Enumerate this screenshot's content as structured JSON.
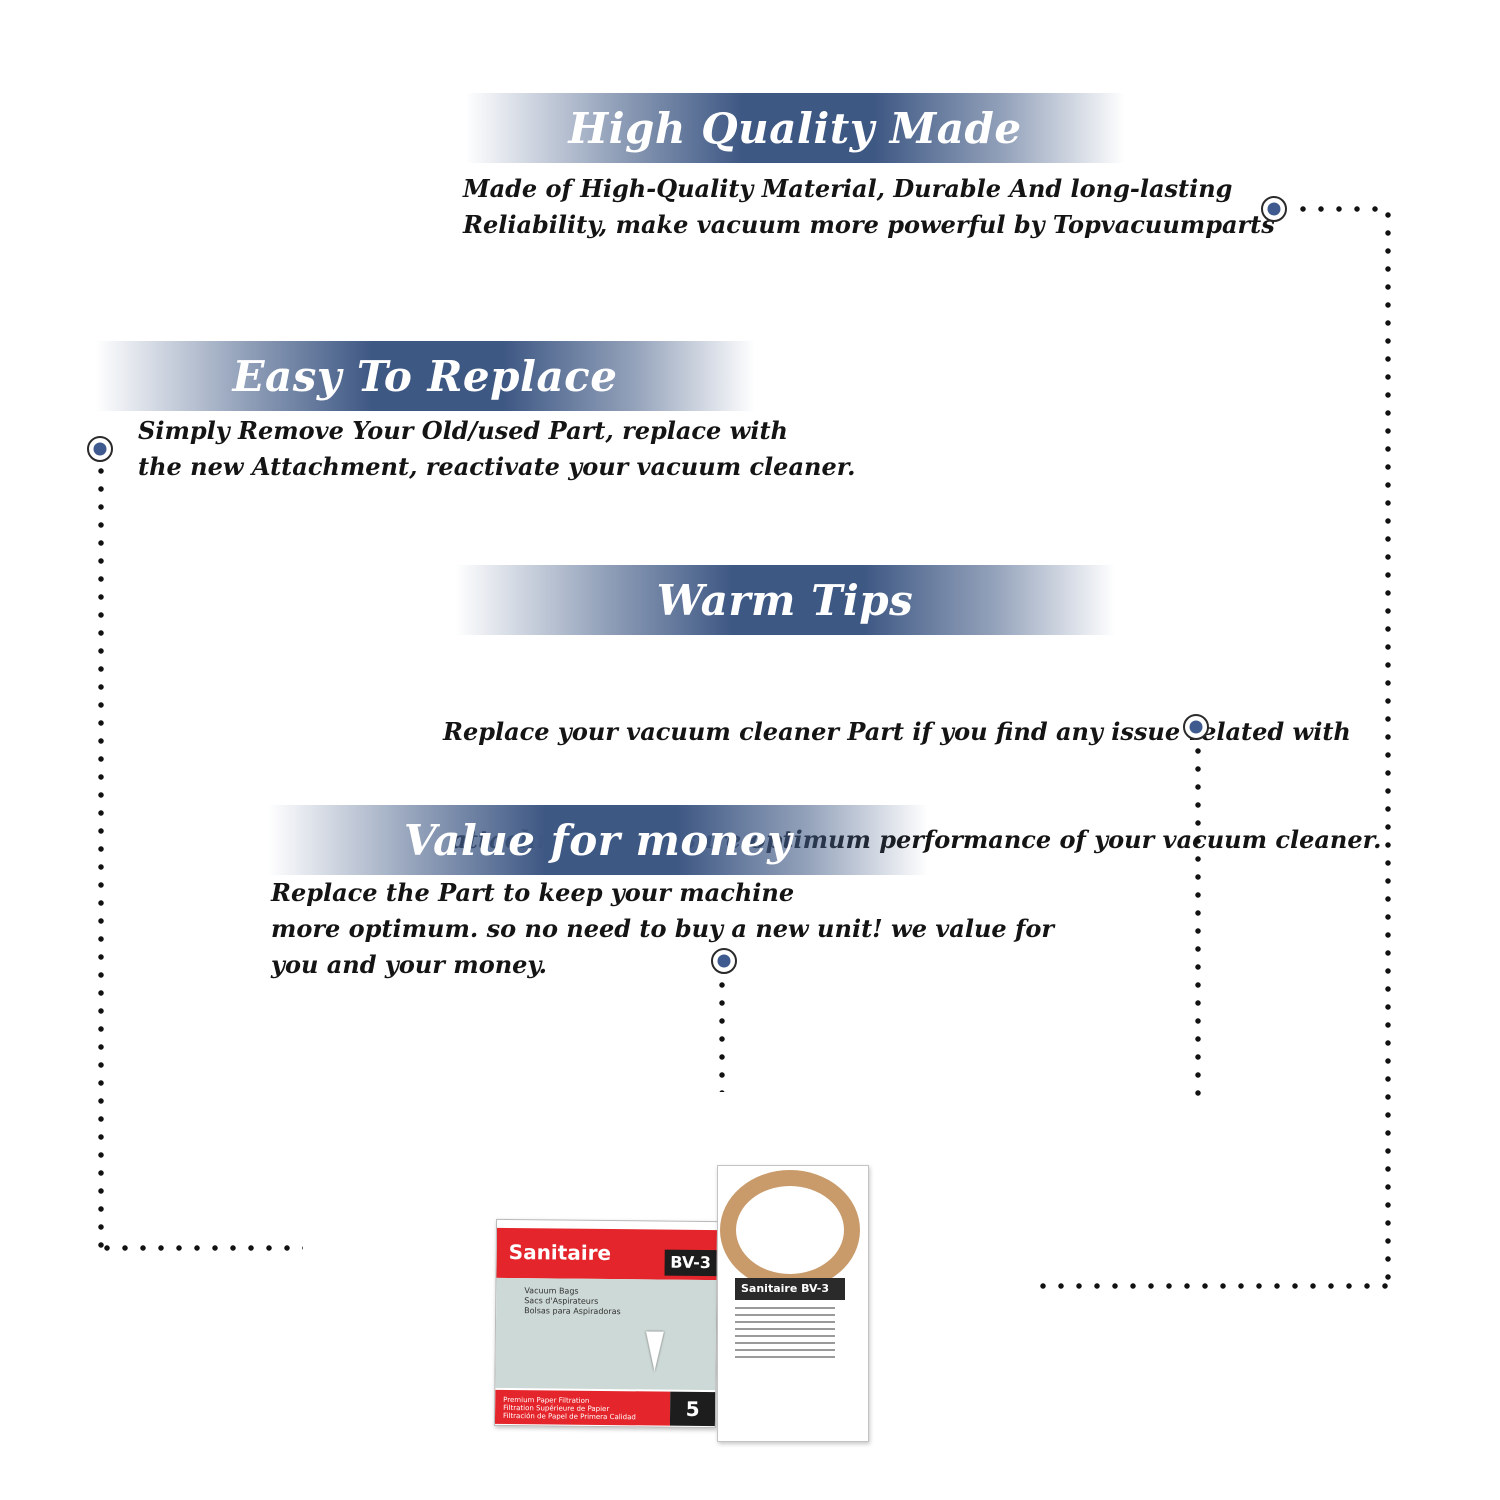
{
  "sections": {
    "quality": {
      "title": "High Quality Made",
      "lines": [
        "Made of  High-Quality Material, Durable And long-lasting",
        "Reliability, make vacuum more powerful by Topvacuumparts"
      ]
    },
    "replace": {
      "title": "Easy To Replace",
      "lines": [
        "Simply Remove Your Old/used Part, replace with",
        "the new Attachment, reactivate your vacuum cleaner."
      ]
    },
    "tips": {
      "title": "Warm Tips",
      "lines": [
        "Replace your vacuum cleaner Part if you find any issue related with",
        " attachment to ensure optimum performance of your vacuum cleaner."
      ]
    },
    "value": {
      "title": "Value for money",
      "lines": [
        "Replace the Part to keep your machine",
        "more optimum. so no need to buy a new unit! we value for",
        "you and your money."
      ]
    }
  },
  "product": {
    "box": {
      "brand": "Sanitaire",
      "model": "BV-3",
      "lines": [
        "Vacuum Bags",
        "Sacs d'Aspirateurs",
        "Bolsas para Aspiradoras"
      ],
      "count": "5",
      "footer_lines": [
        "Premium Paper Filtration",
        "Filtration Supérieure de Papier",
        "Filtración de Papel de Primera Calidad"
      ]
    },
    "bag": {
      "label": "Sanitaire  BV-3"
    }
  },
  "colors": {
    "accent": "#3e5884",
    "target_fill": "#3e5a8e",
    "box_red": "#e4252b",
    "ring": "#c99a6a"
  }
}
